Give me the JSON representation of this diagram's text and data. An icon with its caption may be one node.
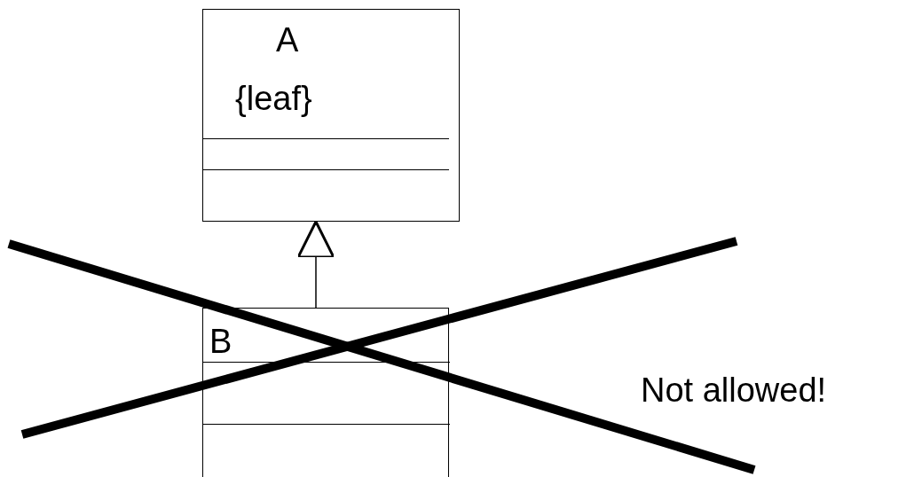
{
  "diagram": {
    "nodes": [
      {
        "text": [
          "A",
          "{leaf}"
        ]
      },
      {
        "text": [
          "B"
        ]
      }
    ],
    "edges": [
      {
        "from": 1,
        "to": 0,
        "arrow": "to"
      }
    ],
    "labels": [
      "Not allowed!"
    ]
  }
}
